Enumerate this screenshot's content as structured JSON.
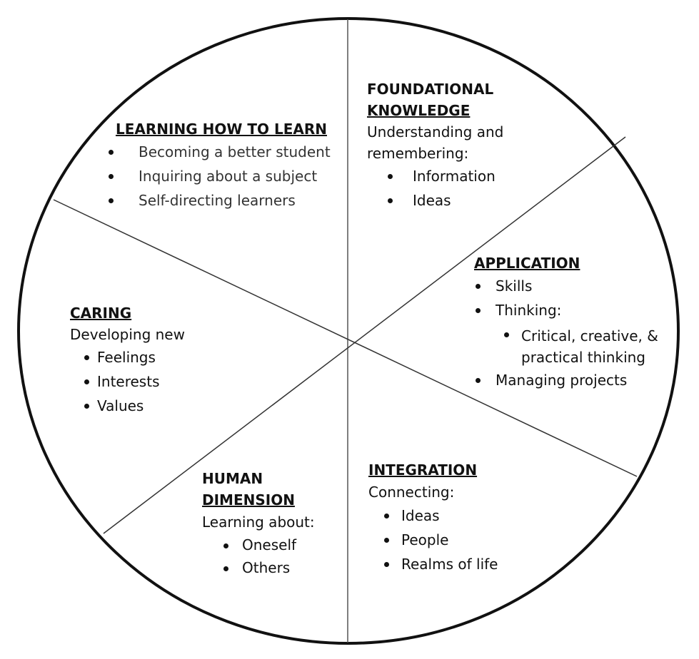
{
  "sections": {
    "learning_how_to_learn": {
      "title": "LEARNING HOW TO LEARN",
      "items": [
        "Becoming a better student",
        "Inquiring about a subject",
        "Self-directing learners"
      ]
    },
    "foundational_knowledge": {
      "title_line1": "FOUNDATIONAL",
      "title_line2": "KNOWLEDGE",
      "intro_line1": "Understanding and",
      "intro_line2": "remembering:",
      "items": [
        "Information",
        "Ideas"
      ]
    },
    "application": {
      "title": "APPLICATION",
      "items": [
        "Skills",
        "Thinking:",
        "Managing projects"
      ],
      "sub_line1": "Critical, creative, &",
      "sub_line2": "practical thinking"
    },
    "caring": {
      "title": "CARING",
      "intro": "Developing new",
      "items": [
        "Feelings",
        "Interests",
        "Values"
      ]
    },
    "human_dimension": {
      "title_line1": "HUMAN",
      "title_line2": "DIMENSION",
      "intro": "Learning about:",
      "items": [
        "Oneself",
        "Others"
      ]
    },
    "integration": {
      "title": "INTEGRATION",
      "intro": "Connecting:",
      "items": [
        "Ideas",
        "People",
        "Realms of life"
      ]
    }
  }
}
